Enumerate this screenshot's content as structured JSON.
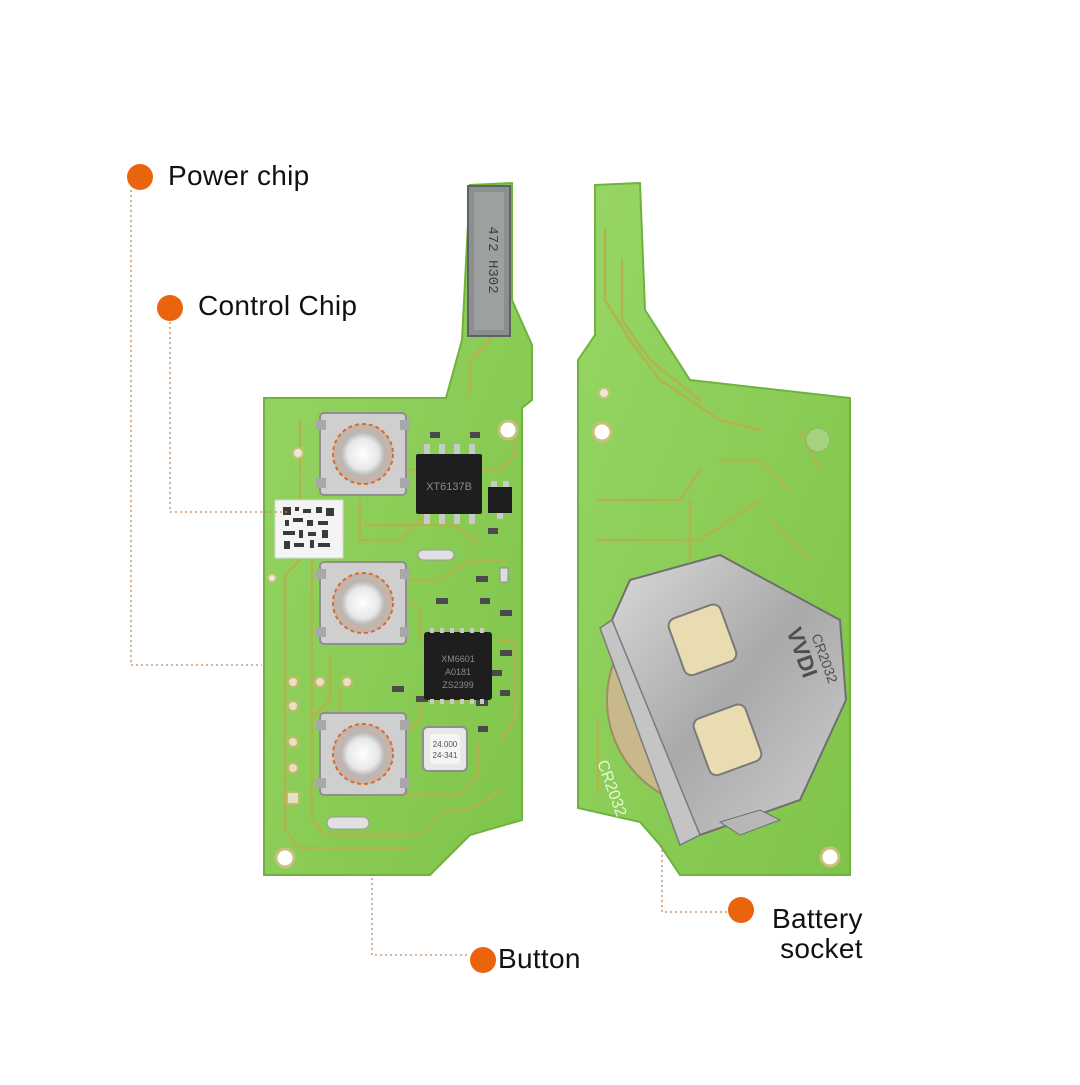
{
  "callouts": {
    "power_chip": "Power chip",
    "control_chip": "Control Chip",
    "button": "Button",
    "battery_line1": "Battery",
    "battery_line2": "socket"
  },
  "board_markings": {
    "power_ic": "XT6137B",
    "control_ic_line1": "XM6601",
    "control_ic_line2": "A0181",
    "control_ic_line3": "ZS2399",
    "crystal_line1": "24.000",
    "crystal_line2": "24-341",
    "coil": "472 H302",
    "battery_type": "CR2032",
    "holder_brand": "VVDI",
    "holder_model": "CR2032"
  },
  "colors": {
    "pcb": "#8dd05a",
    "trace": "#b3b34e",
    "callout": "#ea640d"
  }
}
